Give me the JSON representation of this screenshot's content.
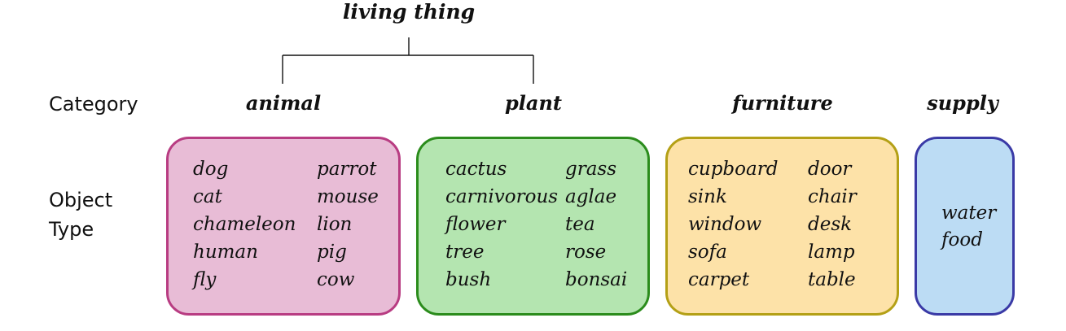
{
  "colors": {
    "animal_fill": "#e8bcd6",
    "animal_border": "#b83c82",
    "plant_fill": "#b4e5b0",
    "plant_border": "#2b8c1c",
    "furniture_fill": "#fde2a8",
    "furniture_border": "#b4a016",
    "supply_fill": "#bcdcf4",
    "supply_border": "#3a3aa6"
  },
  "root": "living thing",
  "row_labels": {
    "category": "Category",
    "object_type_line1": "Object",
    "object_type_line2": "Type"
  },
  "categories": {
    "animal": {
      "label": "animal",
      "col1": [
        "dog",
        "cat",
        "chameleon",
        "human",
        "fly"
      ],
      "col2": [
        "parrot",
        "mouse",
        "lion",
        "pig",
        "cow"
      ]
    },
    "plant": {
      "label": "plant",
      "col1": [
        "cactus",
        "carnivorous",
        "flower",
        "tree",
        "bush"
      ],
      "col2": [
        "grass",
        "aglae",
        "tea",
        "rose",
        "bonsai"
      ]
    },
    "furniture": {
      "label": "furniture",
      "col1": [
        "cupboard",
        "sink",
        "window",
        "sofa",
        "carpet"
      ],
      "col2": [
        "door",
        "chair",
        "desk",
        "lamp",
        "table"
      ]
    },
    "supply": {
      "label": "supply",
      "col1": [
        "water",
        "food"
      ]
    }
  }
}
